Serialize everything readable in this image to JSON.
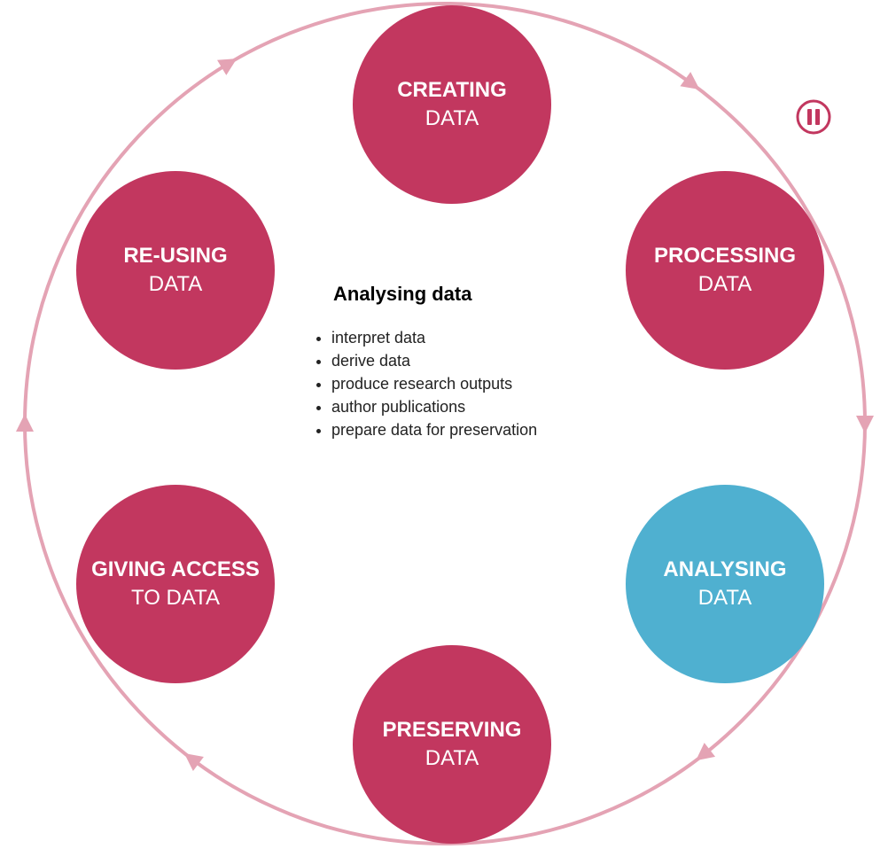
{
  "colors": {
    "node": "#c2375f",
    "node_active": "#4fb0d0",
    "ring": "#e4a3b4",
    "pause": "#c2375f"
  },
  "stages": [
    {
      "id": "creating",
      "line1": "CREATING",
      "line2": "DATA",
      "active": false
    },
    {
      "id": "processing",
      "line1": "PROCESSING",
      "line2": "DATA",
      "active": false
    },
    {
      "id": "analysing",
      "line1": "ANALYSING",
      "line2": "DATA",
      "active": true
    },
    {
      "id": "preserving",
      "line1": "PRESERVING",
      "line2": "DATA",
      "active": false
    },
    {
      "id": "giving",
      "line1": "GIVING ACCESS",
      "line2": "TO DATA",
      "active": false
    },
    {
      "id": "reusing",
      "line1": "RE-USING",
      "line2": "DATA",
      "active": false
    }
  ],
  "info": {
    "title": "Analysing data",
    "items": [
      "interpret data",
      "derive data",
      "produce research outputs",
      "author publications",
      "prepare data for preservation"
    ]
  },
  "controls": {
    "pause_icon": "pause-icon"
  }
}
